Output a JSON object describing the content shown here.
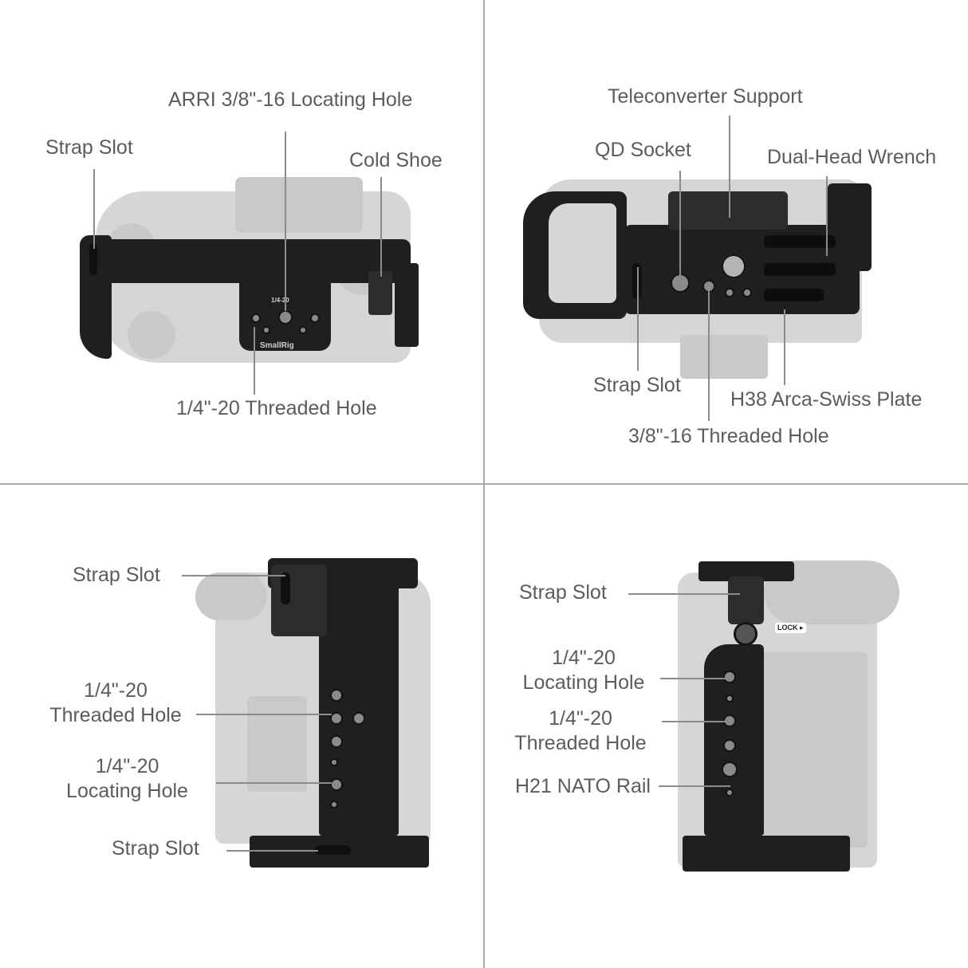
{
  "panels": {
    "top_view": {
      "callouts": {
        "arri_hole": "ARRI 3/8\"-16 Locating Hole",
        "strap_slot": "Strap Slot",
        "cold_shoe": "Cold Shoe",
        "threaded_hole": "1/4\"-20 Threaded Hole"
      },
      "engravings": {
        "brand": "SmallRig",
        "thread": "1/4-20"
      }
    },
    "bottom_view": {
      "callouts": {
        "teleconverter": "Teleconverter Support",
        "qd_socket": "QD Socket",
        "wrench": "Dual-Head Wrench",
        "strap_slot": "Strap Slot",
        "arca_plate": "H38 Arca-Swiss Plate",
        "threaded_hole": "3/8\"-16 Threaded Hole"
      }
    },
    "left_side": {
      "callouts": {
        "strap_slot_top": "Strap Slot",
        "threaded_hole": [
          "1/4\"-20",
          "Threaded Hole"
        ],
        "locating_hole": [
          "1/4\"-20",
          "Locating Hole"
        ],
        "strap_slot_bottom": "Strap Slot"
      }
    },
    "right_side": {
      "callouts": {
        "strap_slot": "Strap Slot",
        "locating_hole": [
          "1/4\"-20",
          "Locating Hole"
        ],
        "threaded_hole": [
          "1/4\"-20",
          "Threaded Hole"
        ],
        "nato_rail": "H21 NATO Rail"
      },
      "lock_label": "LOCK ▸"
    }
  },
  "colors": {
    "divider": "#a9a9a9",
    "text": "#5c5c5c",
    "cage": "#1f1f1f",
    "camera_ghost": "#d6d6d6"
  }
}
